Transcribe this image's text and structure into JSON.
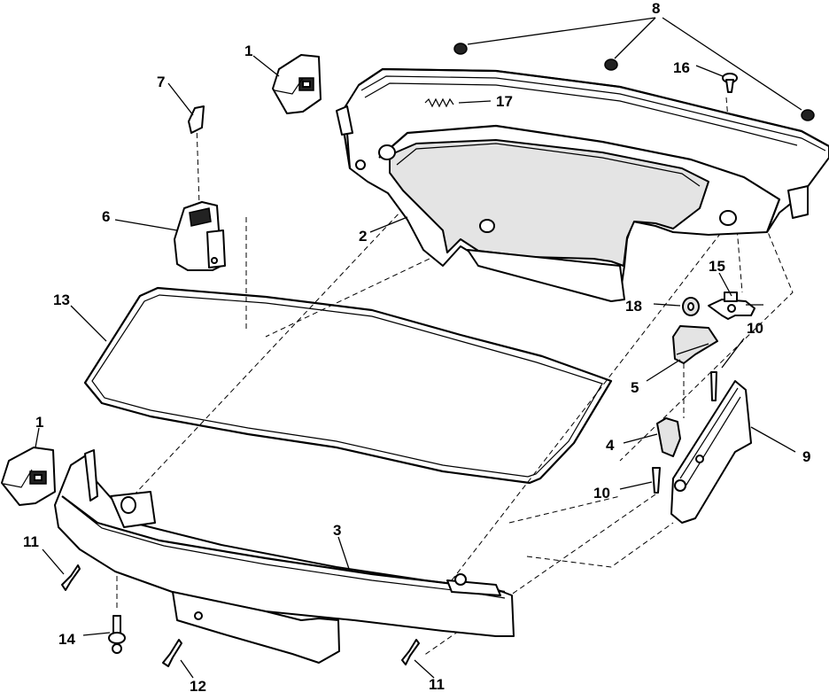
{
  "callouts": {
    "c1_top": "1",
    "c1_left": "1",
    "c2": "2",
    "c3": "3",
    "c4": "4",
    "c5": "5",
    "c6": "6",
    "c7": "7",
    "c8": "8",
    "c9": "9",
    "c10_right": "10",
    "c10_lower": "10",
    "c11_left": "11",
    "c11_bottom": "11",
    "c12": "12",
    "c13": "13",
    "c14": "14",
    "c15": "15",
    "c16": "16",
    "c17": "17",
    "c18": "18"
  }
}
